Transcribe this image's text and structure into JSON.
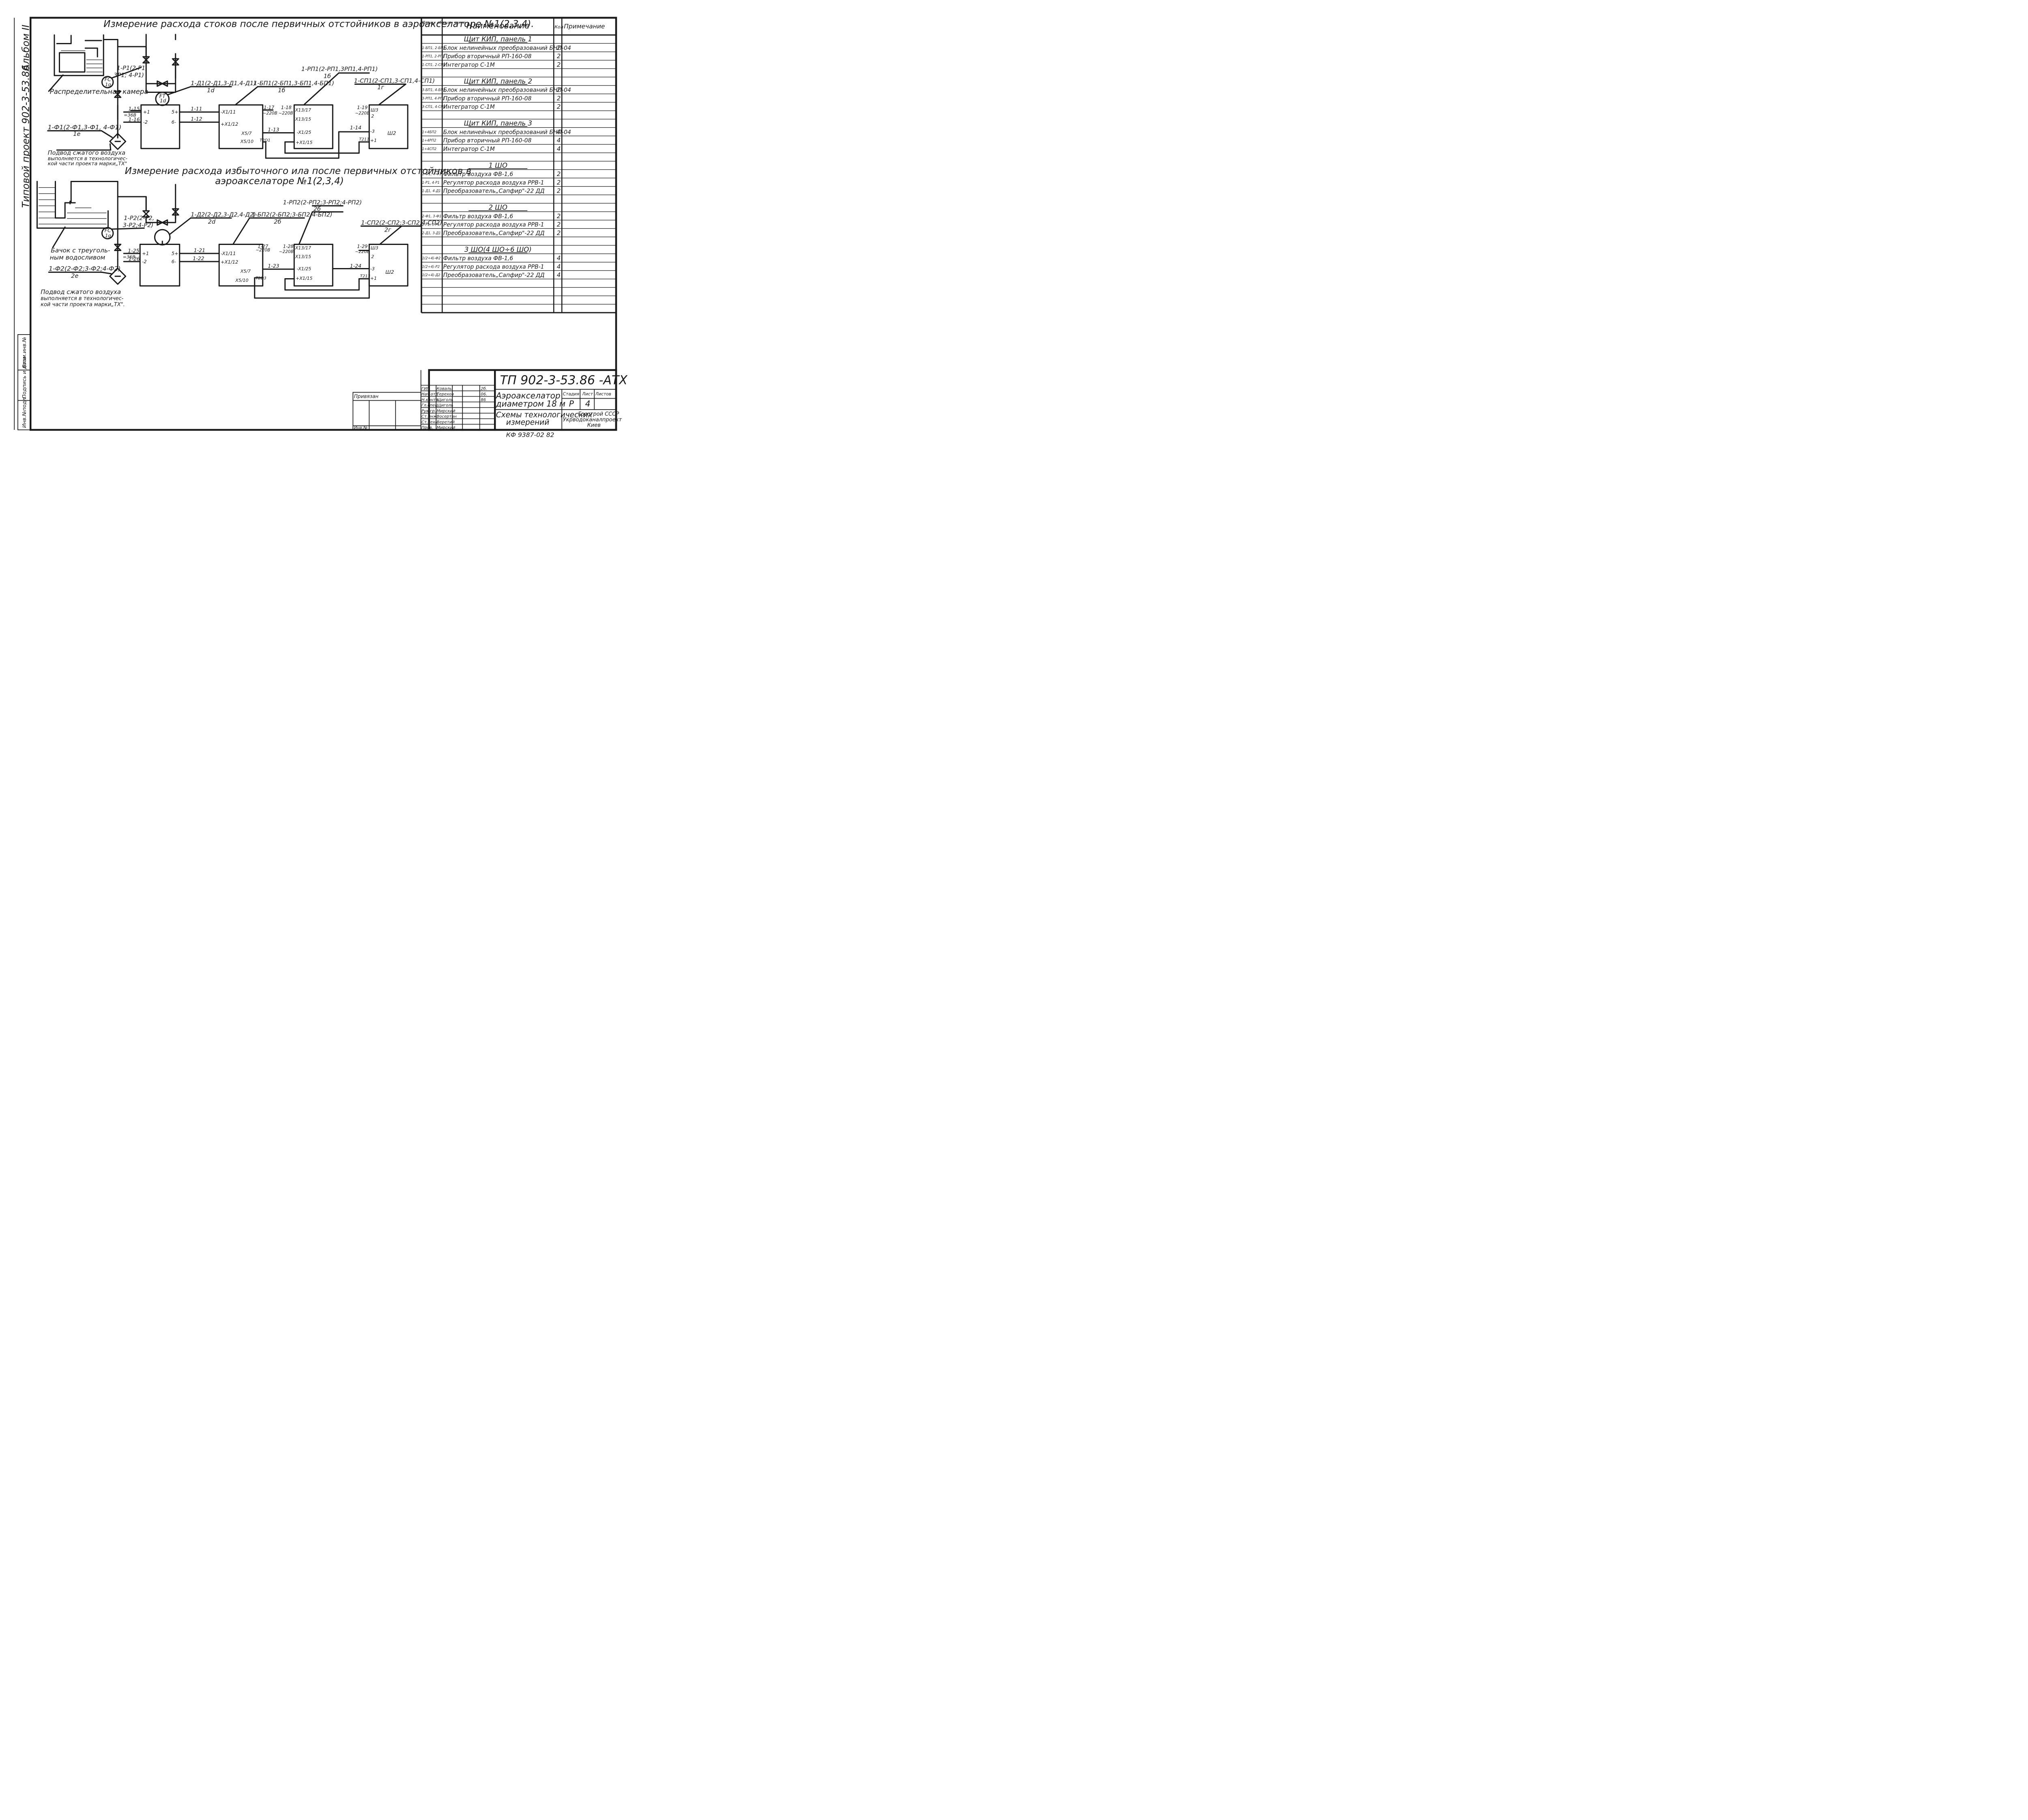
{
  "side": {
    "album": "Альбом II",
    "project": "Типовой проект 902-3-53.86",
    "stamp_cells": [
      "Инв.№подл.",
      "Подпись и дата",
      "Взам.инв.№"
    ]
  },
  "diagram1": {
    "title": "Измерение расхода стоков после первичных отстойников в аэроакселаторе №1(2,3,4).",
    "chamber_label": "Распределительная камера",
    "fc": [
      "FC",
      "1g"
    ],
    "fc_tag": [
      "1-P1(2-P1,",
      "3P1; 4-P1)"
    ],
    "ft": [
      "FT",
      "1d"
    ],
    "converter_tag": "1-Д1(2-Д1,3-Д1,4-Д1)",
    "converter_sub": "1d",
    "bnp_tag": "1-БП1(2-БП1,3-БП1,4-БП1)",
    "bnp_sub": "1б",
    "rp_tag": "1-РП1(2-РП1,3РП1,4-РП1)",
    "rp_sub": "1б",
    "cp_tag": "1-СП1(2-СП1,3-СП1,4-СП1)",
    "cp_sub": "1г",
    "filter_tag": "1-Ф1(2-Ф1,3-Ф1, 4-Ф1)",
    "filter_sub": "1е",
    "air_note": [
      "Подвод сжатого воздуха",
      "выполняется в технологичес-",
      "кой части проекта марки„ТХ\""
    ],
    "wires": [
      "1-15",
      "1-16",
      "=36В",
      "1-11",
      "1-12",
      "1-17",
      "1-18",
      "1-13",
      "1-19",
      "1-14"
    ],
    "terms_left": [
      "+1",
      "-2",
      "5+",
      "6-"
    ],
    "terms_bnp": [
      "-X1/11",
      "+X1/12",
      "X5/7",
      "X5/10",
      "T2D1"
    ],
    "terms_rp": [
      "X13/17",
      "X13/15",
      "-X1/25",
      "+X1/15"
    ],
    "terms_cp": [
      "Ш3",
      "2",
      "-3",
      "+1",
      "Ш2",
      "T211"
    ],
    "power": [
      "~220В",
      "~220В",
      "~220В"
    ]
  },
  "diagram2": {
    "title_line1": "Измерение расхода избыточного ила после первичных отстойников в",
    "title_line2": "аэроакселаторе №1(2,3,4)",
    "tank_label": [
      "Бачок с треуголь-",
      "ным водосливом"
    ],
    "fc": [
      "FC",
      "1g"
    ],
    "fc_tag": [
      "1-P2(2-P2,",
      "3-P2;4-P2)"
    ],
    "converter_tag": "1-Д2(2-Д2,3-Д2,4-Д2)",
    "converter_sub": "2d",
    "bnp_tag": "1-БП2(2-БП2;3-БП2;4-БП2)",
    "bnp_sub": "2б",
    "rp_tag": "1-РП2(2-РП2;3-РП2;4-РП2)",
    "rp_sub": "2б",
    "cp_tag": "1-СП2(2-СП2;3-СП2;4-СП2)",
    "cp_sub": "2г",
    "filter_tag": "1-Ф2(2-Ф2;3-Ф2;4-Ф2)",
    "filter_sub": "2е",
    "air_note": [
      "Подвод сжатого воздуха",
      "выполняется в технологичес-",
      "кой части проекта марки„ТХ\"."
    ],
    "wires": [
      "1-25",
      "1-26",
      "=36В",
      "1-21",
      "1-22",
      "1-27",
      "1-28",
      "1-23",
      "1-29",
      "1-24"
    ],
    "terms_left": [
      "+1",
      "-2",
      "5+",
      "6-"
    ],
    "terms_bnp": [
      "-X1/11",
      "+X1/12",
      "X5/7",
      "X5/10",
      "T2D3"
    ],
    "terms_rp": [
      "X13/17",
      "X13/15",
      "-X1/25",
      "+X1/15"
    ],
    "terms_cp": [
      "Ш3",
      "2",
      "-3",
      "+1",
      "Ш2",
      "T213"
    ],
    "power": [
      "~220В",
      "~220В",
      "~220В"
    ]
  },
  "spec": {
    "headers": [
      "Позиц. обозна- чение",
      "Наименование",
      "Кол",
      "Примечание"
    ],
    "rows": [
      {
        "type": "section",
        "name": "Щит КИП, панель 1"
      },
      {
        "type": "item",
        "pos": "1-БП1, 2-БП1",
        "name": "Блок нелинейных преобразований БНП-04",
        "qty": "2"
      },
      {
        "type": "item",
        "pos": "1-РП1, 2-РП1",
        "name": "Прибор вторичный РП-160-08",
        "qty": "2"
      },
      {
        "type": "item",
        "pos": "1-СП1, 2-СП1",
        "name": "Интегратор С-1М",
        "qty": "2"
      },
      {
        "type": "blank"
      },
      {
        "type": "section",
        "name": "Щит КИП, панель 2"
      },
      {
        "type": "item",
        "pos": "3-БП1, 4-БП1",
        "name": "Блок нелинейных преобразований БНП-04",
        "qty": "2"
      },
      {
        "type": "item",
        "pos": "3-РП1, 4-РП1",
        "name": "Прибор вторичный РП-160-08",
        "qty": "2"
      },
      {
        "type": "item",
        "pos": "3-СП1, 4-СП1",
        "name": "Интегратор С-1М",
        "qty": "2"
      },
      {
        "type": "blank"
      },
      {
        "type": "section",
        "name": "Щит КИП, панель 3"
      },
      {
        "type": "item",
        "pos": "1÷4БП2",
        "name": "Блок нелинейных преобразований БНП-04",
        "qty": "4"
      },
      {
        "type": "item",
        "pos": "1÷4РП2",
        "name": "Прибор вторичный РП-160-08",
        "qty": "4"
      },
      {
        "type": "item",
        "pos": "1÷4СП2",
        "name": "Интегратор С-1М",
        "qty": "4"
      },
      {
        "type": "blank"
      },
      {
        "type": "section",
        "name": "1 ШО"
      },
      {
        "type": "item",
        "pos": "1-Ф1, 4-Ф1",
        "name": "Фильтр воздуха ФВ-1,6",
        "qty": "2"
      },
      {
        "type": "item",
        "pos": "1-Р1, 4-Р1",
        "name": "Регулятор расхода воздуха РРВ-1",
        "qty": "2"
      },
      {
        "type": "item",
        "pos": "1-Д1, 4-Д1",
        "name": "Преобразователь„Сапфир\"-22 ДД",
        "qty": "2"
      },
      {
        "type": "blank"
      },
      {
        "type": "section",
        "name": "2 ШО"
      },
      {
        "type": "item",
        "pos": "2-Ф1, 3-Ф1",
        "name": "Фильтр воздуха ФВ-1,6",
        "qty": "2"
      },
      {
        "type": "item",
        "pos": "2-Р1, 3-Р1",
        "name": "Регулятор расхода воздуха РРВ-1",
        "qty": "2"
      },
      {
        "type": "item",
        "pos": "2-Д1, 3-Д1",
        "name": "Преобразователь„Сапфир\"-22 ДД",
        "qty": "2"
      },
      {
        "type": "blank"
      },
      {
        "type": "section",
        "name": "3 ШО(4 ШО÷6 ШО)"
      },
      {
        "type": "item",
        "pos": "1(2÷4)-Ф2",
        "name": "Фильтр воздуха ФВ-1,6",
        "qty": "4"
      },
      {
        "type": "item",
        "pos": "1(2÷4)-Р2",
        "name": "Регулятор расхода воздуха РРВ-1",
        "qty": "4"
      },
      {
        "type": "item",
        "pos": "1(2÷4)-Д2",
        "name": "Преобразователь„Сапфир\"-22 ДД",
        "qty": "4"
      },
      {
        "type": "blank"
      },
      {
        "type": "blank"
      },
      {
        "type": "blank"
      },
      {
        "type": "blank"
      }
    ]
  },
  "title_block": {
    "doc_code": "ТП 902-3-53.86 -АТХ",
    "privyazan": "Привязан",
    "inv": "Инв.№",
    "roles": [
      "ГИП",
      "Нач.отд",
      "Н.контр",
      "Гл.спец",
      "Рук.гр.",
      "Ст.инж.",
      "Ст.техн",
      "Пров."
    ],
    "names": [
      "Коваль",
      "Терехов",
      "Щиголь",
      "Щиголь",
      "Мирский",
      "Восертан",
      "Веретий",
      "Мирский"
    ],
    "dates": [
      "2б.",
      "06.",
      "86"
    ],
    "object_line1": "Аэроакселатор",
    "object_line2": "диаметром 18 м",
    "sheet_title_line1": "Схемы технологических",
    "sheet_title_line2": "измерений",
    "stage_label": "Стадия",
    "sheet_label": "Лист",
    "sheets_label": "Листов",
    "stage": "Р",
    "sheet": "4",
    "org_line1": "Госстрой СССР",
    "org_line2": "Укрводоканалпроект",
    "org_line3": "Киев",
    "archive": "КФ 9387-02 82"
  }
}
